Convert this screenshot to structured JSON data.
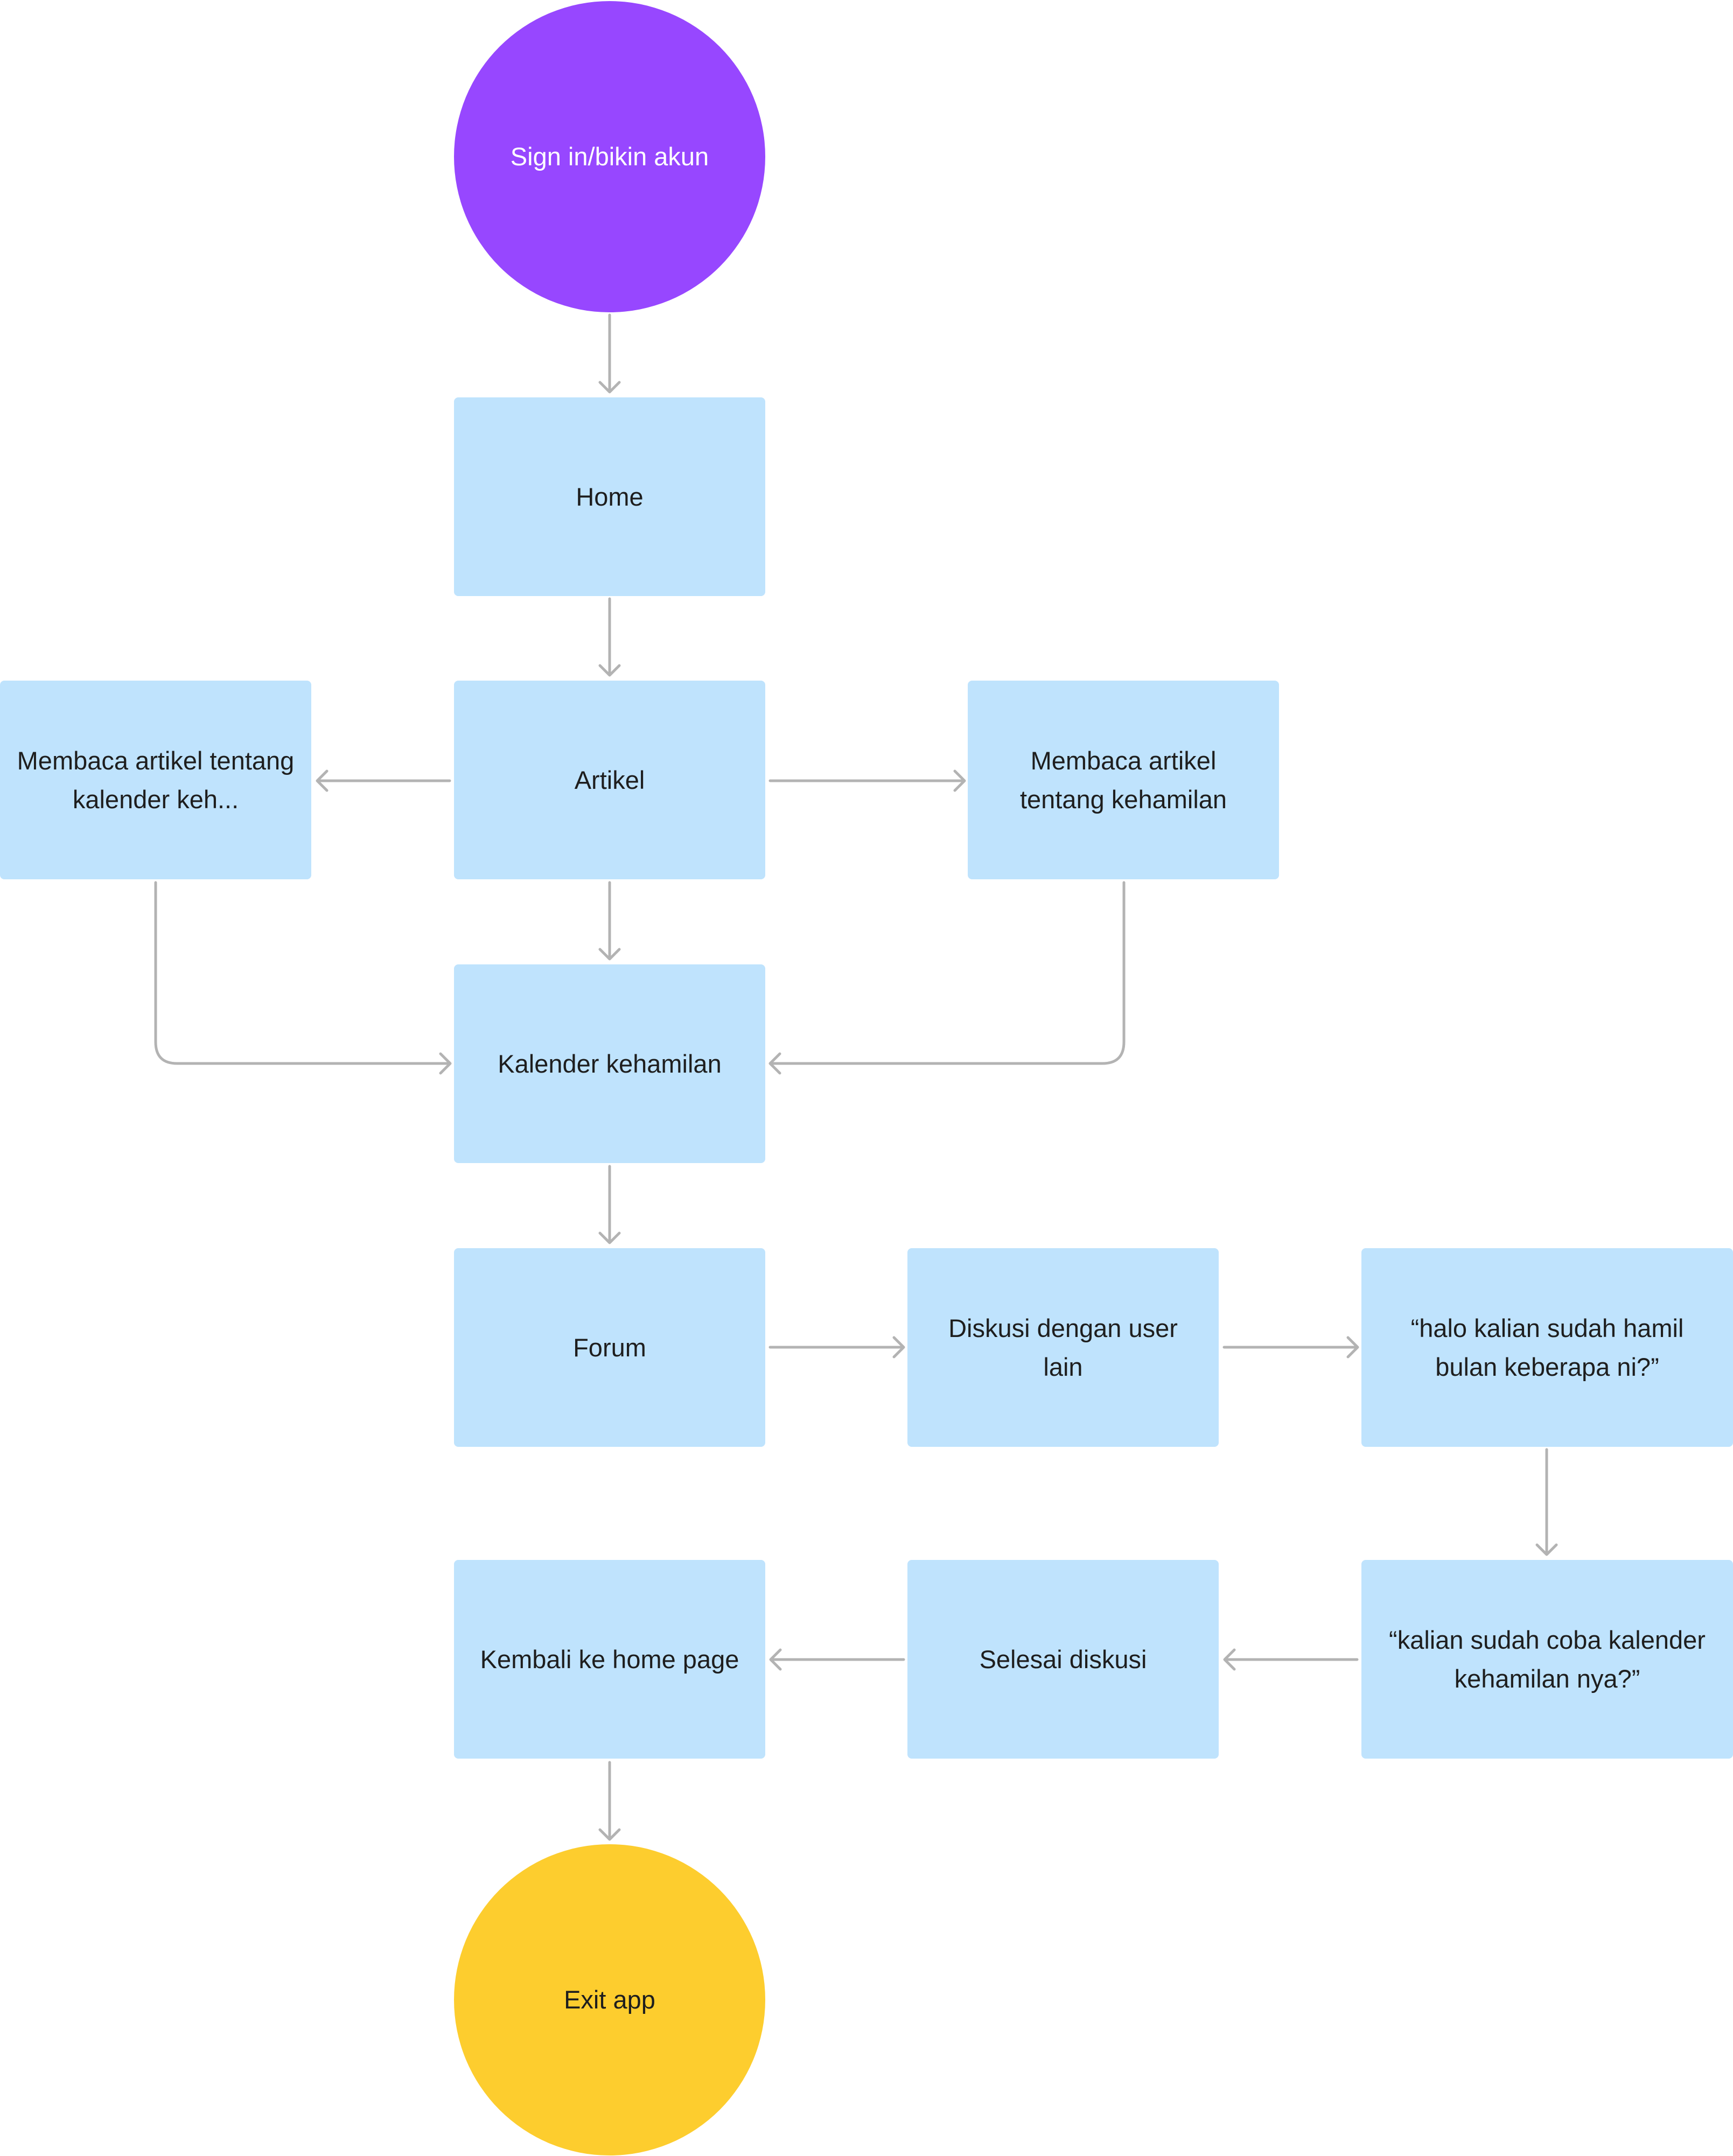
{
  "colors": {
    "start": "#9747ff",
    "process": "#bfe3fd",
    "end": "#fdcd2e",
    "connector": "#b3b3b3"
  },
  "nodes": {
    "start": "Sign in/bikin akun",
    "home": "Home",
    "artikel": "Artikel",
    "read_calendar": "Membaca artikel tentang kalender keh...",
    "read_pregnancy": "Membaca artikel tentang kehamilan",
    "kalender": "Kalender kehamilan",
    "forum": "Forum",
    "diskusi": "Diskusi dengan user lain",
    "msg1": "“halo kalian sudah hamil bulan keberapa ni?”",
    "msg2": "“kalian sudah coba kalender kehamilan nya?”",
    "selesai": "Selesai diskusi",
    "kembali": "Kembali ke home page",
    "exit": "Exit app"
  }
}
